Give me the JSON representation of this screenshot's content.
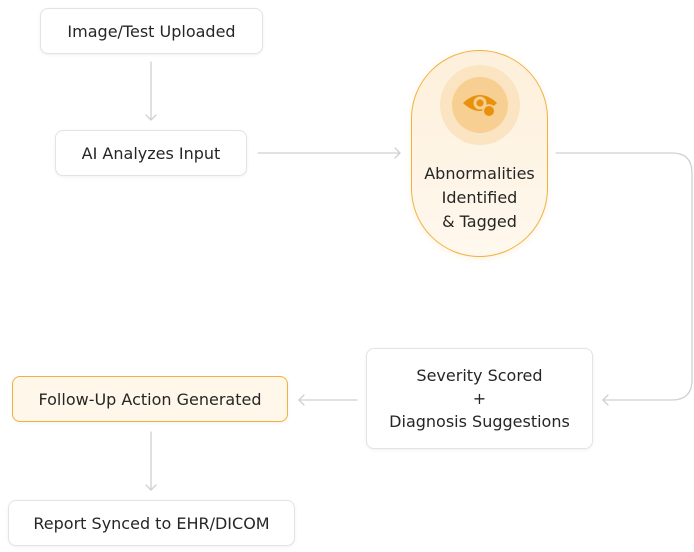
{
  "nodes": {
    "uploaded": {
      "label": "Image/Test Uploaded"
    },
    "analyze": {
      "label": "AI Analyzes Input"
    },
    "abnormal": {
      "lines": [
        "Abnormalities",
        "Identified",
        "& Tagged"
      ],
      "icon": "eye-magnifier-icon"
    },
    "severity": {
      "lines": [
        "Severity Scored",
        "+",
        "Diagnosis Suggestions"
      ]
    },
    "followup": {
      "label": "Follow-Up Action Generated"
    },
    "report": {
      "label": "Report Synced to EHR/DICOM"
    }
  },
  "colors": {
    "accent": "#f2b13e",
    "accent_fill": "#fff7ea",
    "connector": "#d0d0d0",
    "icon": "#e8920c"
  }
}
